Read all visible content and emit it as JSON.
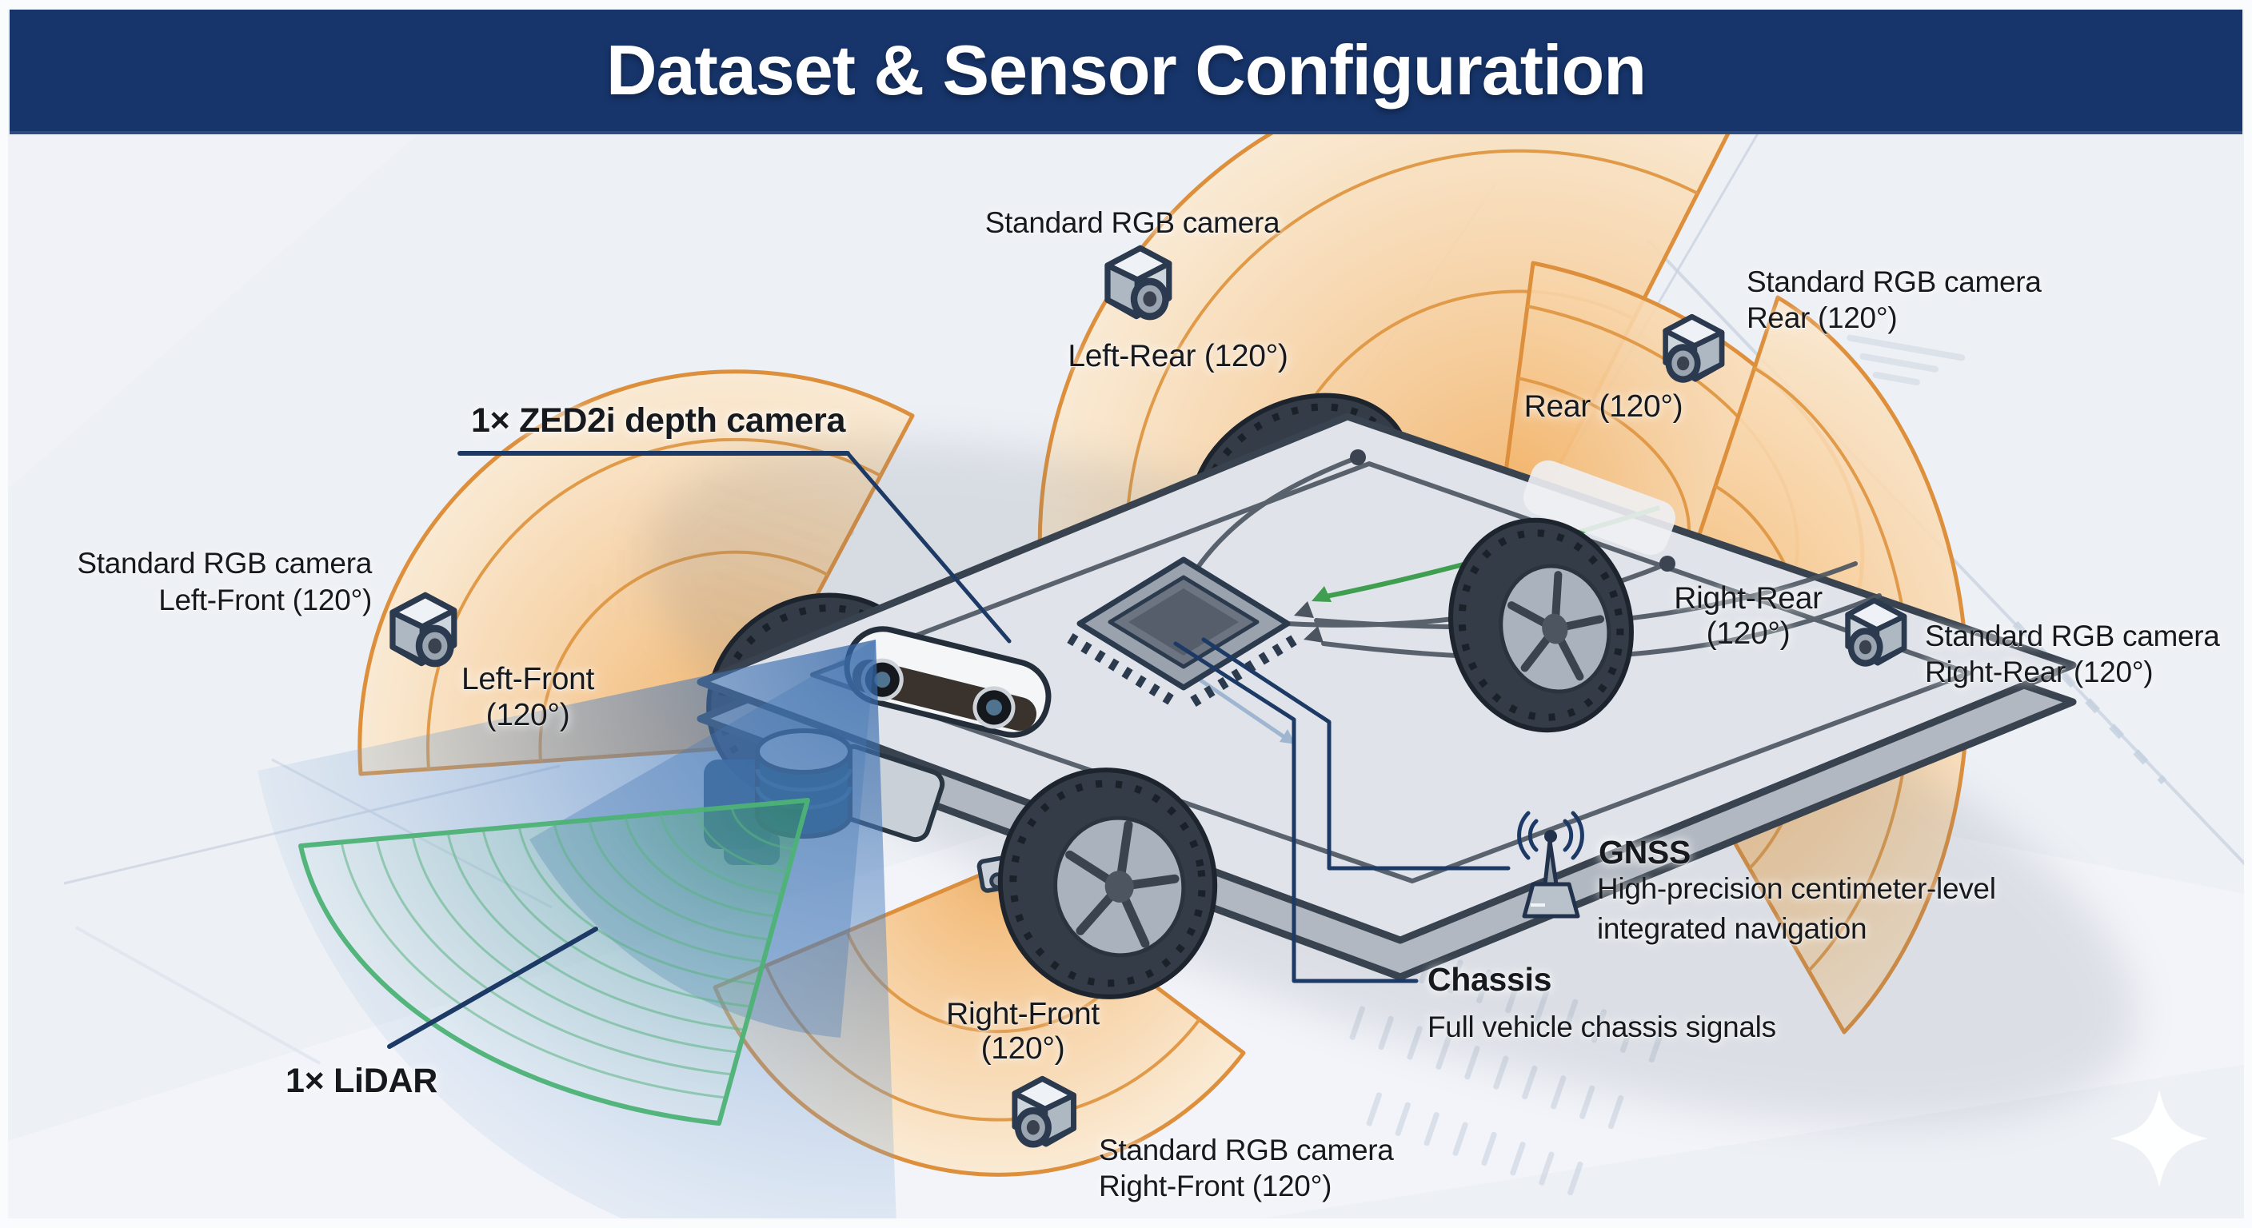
{
  "header": {
    "title": "Dataset & Sensor Configuration"
  },
  "sensors": {
    "left_rear": {
      "label": "Standard RGB camera",
      "fov": "Left-Rear (120°)"
    },
    "rear": {
      "label1": "Standard RGB camera",
      "label2": "Rear (120°)",
      "fov": "Rear (120°)"
    },
    "left_front": {
      "label1": "Standard RGB camera",
      "label2": "Left-Front (120°)",
      "fov1": "Left-Front",
      "fov2": "(120°)"
    },
    "right_rear": {
      "fov1": "Right-Rear",
      "fov2": "(120°)",
      "label1": "Standard RGB camera",
      "label2": "Right-Rear (120°)"
    },
    "right_front": {
      "fov1": "Right-Front",
      "fov2": "(120°)",
      "label1": "Standard RGB camera",
      "label2": "Right-Front (120°)"
    },
    "zed": {
      "label": "1× ZED2i depth camera"
    },
    "lidar": {
      "label": "1× LiDAR"
    },
    "gnss": {
      "title": "GNSS",
      "desc1": "High-precision centimeter-level",
      "desc2": "integrated navigation"
    },
    "chassis": {
      "title": "Chassis",
      "desc": "Full vehicle chassis signals"
    }
  },
  "colors": {
    "header_bg": "#17356b",
    "background": "#edf0f5",
    "camera_fov_fill": "#f6c992",
    "camera_fov_stroke": "#dd8f3c",
    "depth_fov_blue": "#4678b4",
    "lidar_fov_green": "#3fa468",
    "leader_line": "#1d3a66",
    "vehicle_body": "#dfe3e9",
    "label_text": "#16191d"
  }
}
